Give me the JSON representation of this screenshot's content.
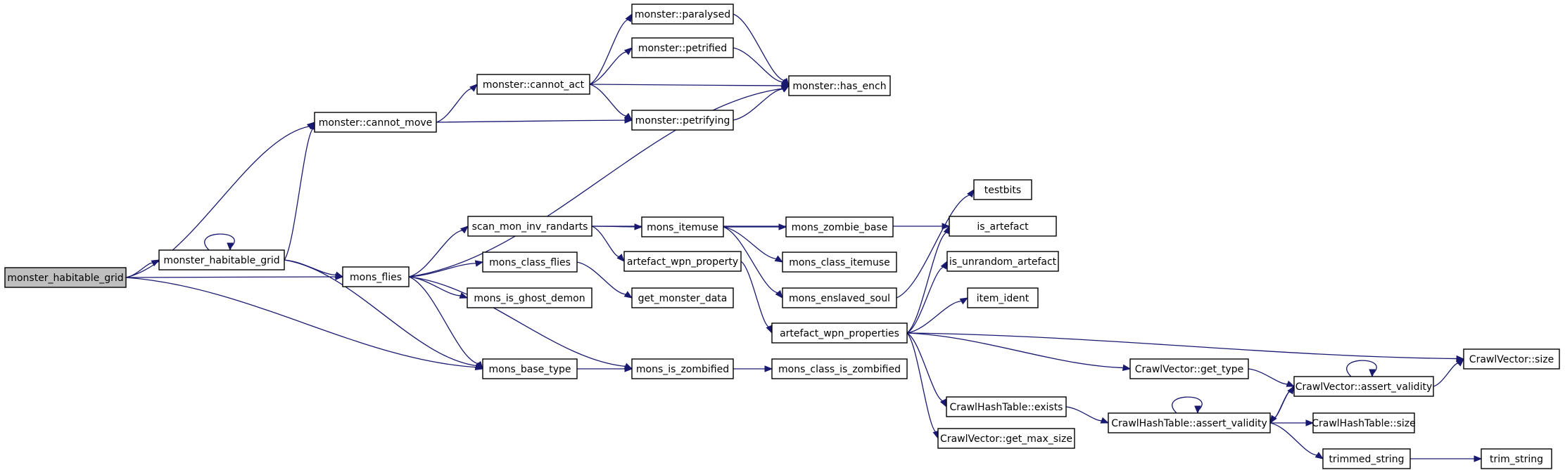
{
  "graph": {
    "nodes": [
      {
        "id": "monster_habitable_grid",
        "label": "monster_habitable_grid",
        "root": true
      },
      {
        "id": "monster_habitable_grid_2",
        "label": "monster_habitable_grid"
      },
      {
        "id": "cannot_move",
        "label": "monster::cannot_move"
      },
      {
        "id": "cannot_act",
        "label": "monster::cannot_act"
      },
      {
        "id": "paralysed",
        "label": "monster::paralysed"
      },
      {
        "id": "petrified",
        "label": "monster::petrified"
      },
      {
        "id": "petrifying",
        "label": "monster::petrifying"
      },
      {
        "id": "has_ench",
        "label": "monster::has_ench"
      },
      {
        "id": "mons_flies",
        "label": "mons_flies"
      },
      {
        "id": "mons_base_type",
        "label": "mons_base_type"
      },
      {
        "id": "scan_mon_inv_randarts",
        "label": "scan_mon_inv_randarts"
      },
      {
        "id": "mons_class_flies",
        "label": "mons_class_flies"
      },
      {
        "id": "mons_is_ghost_demon",
        "label": "mons_is_ghost_demon"
      },
      {
        "id": "mons_is_zombified",
        "label": "mons_is_zombified"
      },
      {
        "id": "mons_itemuse",
        "label": "mons_itemuse"
      },
      {
        "id": "artefact_wpn_property",
        "label": "artefact_wpn_property"
      },
      {
        "id": "get_monster_data",
        "label": "get_monster_data"
      },
      {
        "id": "mons_zombie_base",
        "label": "mons_zombie_base"
      },
      {
        "id": "mons_class_itemuse",
        "label": "mons_class_itemuse"
      },
      {
        "id": "mons_enslaved_soul",
        "label": "mons_enslaved_soul"
      },
      {
        "id": "artefact_wpn_properties",
        "label": "artefact_wpn_properties"
      },
      {
        "id": "mons_class_is_zombified",
        "label": "mons_class_is_zombified"
      },
      {
        "id": "testbits",
        "label": "testbits"
      },
      {
        "id": "is_artefact",
        "label": "is_artefact"
      },
      {
        "id": "is_unrandom_artefact",
        "label": "is_unrandom_artefact"
      },
      {
        "id": "item_ident",
        "label": "item_ident"
      },
      {
        "id": "cv_get_type",
        "label": "CrawlVector::get_type"
      },
      {
        "id": "cht_exists",
        "label": "CrawlHashTable::exists"
      },
      {
        "id": "cv_get_max_size",
        "label": "CrawlVector::get_max_size"
      },
      {
        "id": "cv_assert_validity",
        "label": "CrawlVector::assert_validity"
      },
      {
        "id": "cv_size",
        "label": "CrawlVector::size"
      },
      {
        "id": "cht_assert_validity",
        "label": "CrawlHashTable::assert_validity"
      },
      {
        "id": "cht_size",
        "label": "CrawlHashTable::size"
      },
      {
        "id": "trimmed_string",
        "label": "trimmed_string"
      },
      {
        "id": "trim_string",
        "label": "trim_string"
      }
    ],
    "edges": [
      {
        "from": "monster_habitable_grid",
        "to": "monster_habitable_grid_2"
      },
      {
        "from": "monster_habitable_grid",
        "to": "cannot_move"
      },
      {
        "from": "monster_habitable_grid",
        "to": "mons_flies"
      },
      {
        "from": "monster_habitable_grid",
        "to": "mons_base_type"
      },
      {
        "from": "monster_habitable_grid_2",
        "to": "monster_habitable_grid_2"
      },
      {
        "from": "monster_habitable_grid_2",
        "to": "cannot_move"
      },
      {
        "from": "monster_habitable_grid_2",
        "to": "mons_flies"
      },
      {
        "from": "monster_habitable_grid_2",
        "to": "mons_base_type"
      },
      {
        "from": "cannot_move",
        "to": "cannot_act"
      },
      {
        "from": "cannot_move",
        "to": "petrifying"
      },
      {
        "from": "cannot_act",
        "to": "paralysed"
      },
      {
        "from": "cannot_act",
        "to": "petrified"
      },
      {
        "from": "cannot_act",
        "to": "has_ench"
      },
      {
        "from": "cannot_act",
        "to": "petrifying"
      },
      {
        "from": "paralysed",
        "to": "has_ench"
      },
      {
        "from": "petrified",
        "to": "has_ench"
      },
      {
        "from": "petrifying",
        "to": "has_ench"
      },
      {
        "from": "mons_flies",
        "to": "has_ench"
      },
      {
        "from": "mons_flies",
        "to": "scan_mon_inv_randarts"
      },
      {
        "from": "mons_flies",
        "to": "mons_class_flies"
      },
      {
        "from": "mons_flies",
        "to": "mons_is_ghost_demon"
      },
      {
        "from": "mons_flies",
        "to": "mons_base_type"
      },
      {
        "from": "mons_flies",
        "to": "mons_is_zombified"
      },
      {
        "from": "scan_mon_inv_randarts",
        "to": "mons_itemuse"
      },
      {
        "from": "scan_mon_inv_randarts",
        "to": "is_artefact"
      },
      {
        "from": "scan_mon_inv_randarts",
        "to": "artefact_wpn_property"
      },
      {
        "from": "mons_class_flies",
        "to": "get_monster_data"
      },
      {
        "from": "mons_base_type",
        "to": "mons_is_zombified"
      },
      {
        "from": "mons_is_zombified",
        "to": "mons_class_is_zombified"
      },
      {
        "from": "mons_itemuse",
        "to": "mons_zombie_base"
      },
      {
        "from": "mons_itemuse",
        "to": "mons_class_itemuse"
      },
      {
        "from": "mons_itemuse",
        "to": "mons_enslaved_soul"
      },
      {
        "from": "artefact_wpn_property",
        "to": "artefact_wpn_properties"
      },
      {
        "from": "mons_enslaved_soul",
        "to": "testbits"
      },
      {
        "from": "artefact_wpn_properties",
        "to": "is_artefact"
      },
      {
        "from": "artefact_wpn_properties",
        "to": "is_unrandom_artefact"
      },
      {
        "from": "artefact_wpn_properties",
        "to": "item_ident"
      },
      {
        "from": "artefact_wpn_properties",
        "to": "cv_size"
      },
      {
        "from": "artefact_wpn_properties",
        "to": "cv_get_type"
      },
      {
        "from": "artefact_wpn_properties",
        "to": "cht_exists"
      },
      {
        "from": "artefact_wpn_properties",
        "to": "cv_get_max_size"
      },
      {
        "from": "cv_get_type",
        "to": "cv_assert_validity"
      },
      {
        "from": "cht_exists",
        "to": "cht_assert_validity"
      },
      {
        "from": "cv_assert_validity",
        "to": "cv_assert_validity"
      },
      {
        "from": "cv_assert_validity",
        "to": "cv_size"
      },
      {
        "from": "cv_assert_validity",
        "to": "cht_assert_validity"
      },
      {
        "from": "cht_assert_validity",
        "to": "cht_assert_validity"
      },
      {
        "from": "cht_assert_validity",
        "to": "cv_assert_validity"
      },
      {
        "from": "cht_assert_validity",
        "to": "cht_size"
      },
      {
        "from": "cht_assert_validity",
        "to": "trimmed_string"
      },
      {
        "from": "trimmed_string",
        "to": "trim_string"
      }
    ]
  }
}
